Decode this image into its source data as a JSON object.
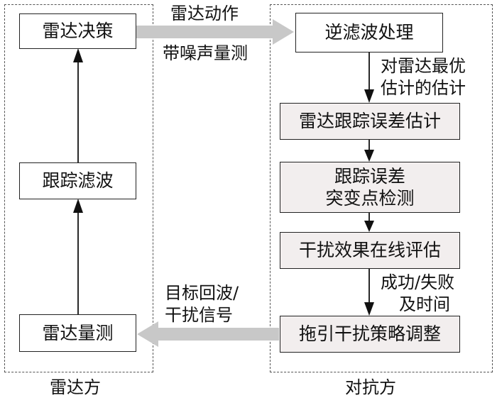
{
  "left_panel": {
    "caption": "雷达方",
    "boxes": {
      "decision": "雷达决策",
      "tracking_filter": "跟踪滤波",
      "measurement": "雷达量测"
    }
  },
  "right_panel": {
    "caption": "对抗方",
    "boxes": {
      "inverse_filter": "逆滤波处理",
      "error_estimation": "雷达跟踪误差估计",
      "change_point_line1": "跟踪误差",
      "change_point_line2": "突变点检测",
      "online_evaluation": "干扰效果在线评估",
      "strategy_adjust": "拖引干扰策略调整"
    }
  },
  "edge_labels": {
    "radar_action": "雷达动作",
    "noisy_measurement": "带噪声量测",
    "estimate_line1": "对雷达最优",
    "estimate_line2": "估计的估计",
    "result_line1": "成功/失败",
    "result_line2": "及时间",
    "echo_line1": "目标回波/",
    "echo_line2": "干扰信号"
  },
  "colors": {
    "arrow_gray": "#c8c8c8",
    "arrow_black": "#111111",
    "shaded_box": "#f2eeee"
  }
}
